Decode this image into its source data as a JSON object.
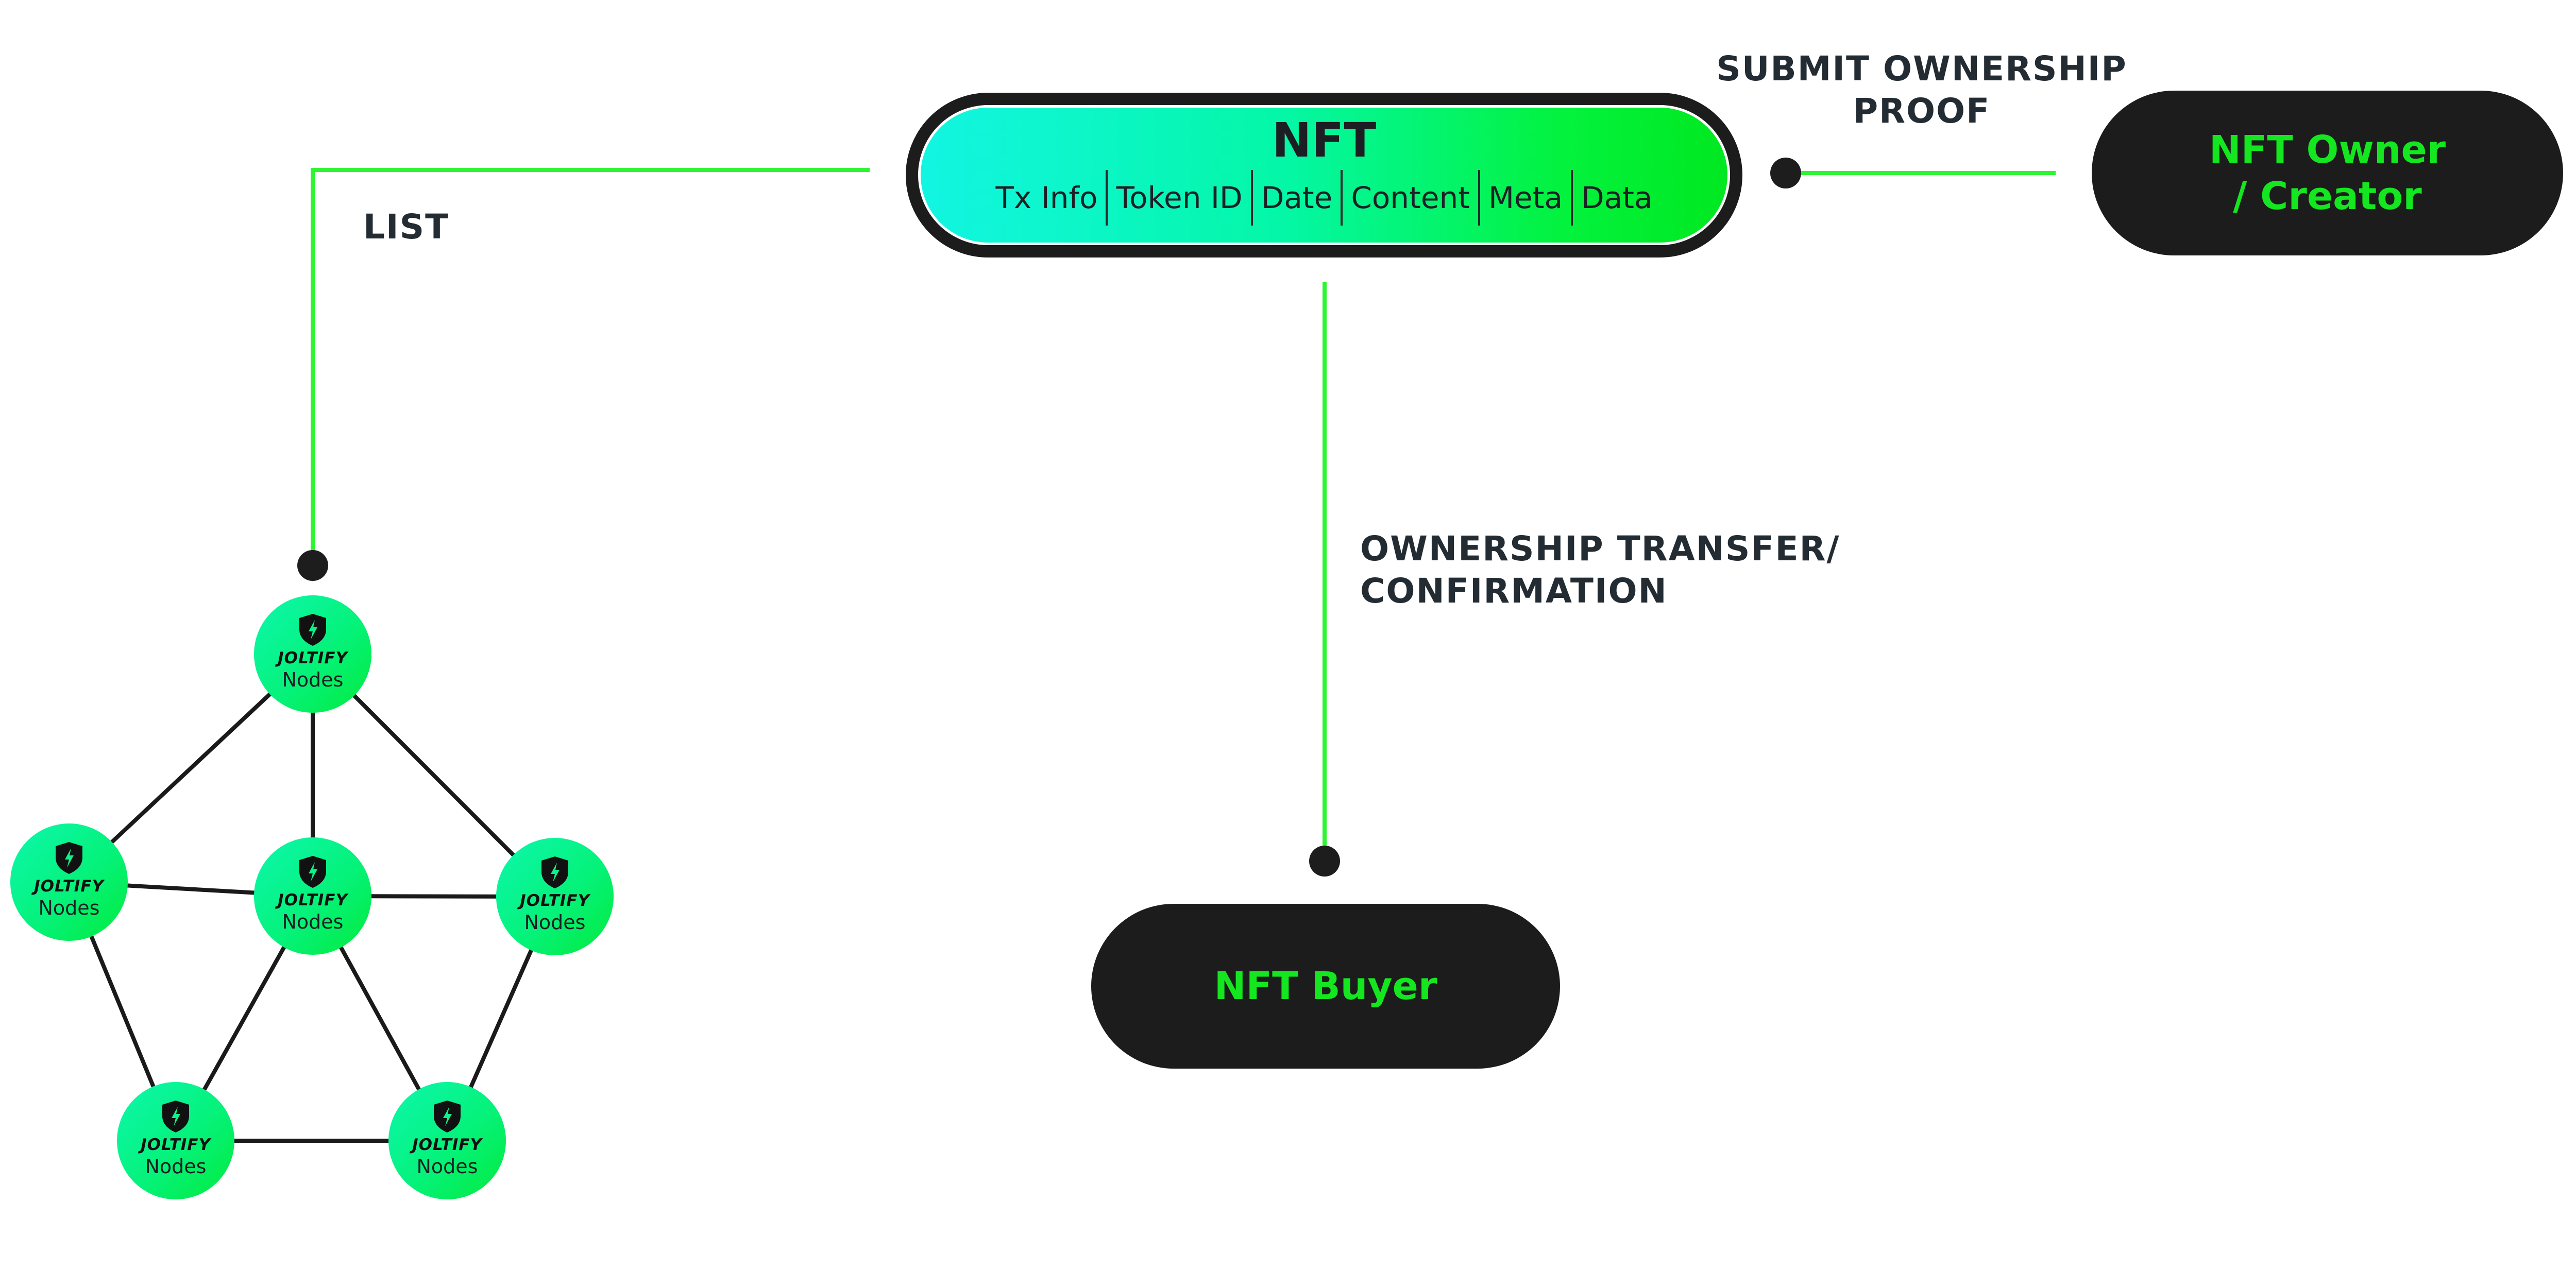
{
  "nft": {
    "title": "NFT",
    "fields": [
      "Tx Info",
      "Token ID",
      "Date",
      "Content",
      "Meta",
      "Data"
    ]
  },
  "owner": {
    "label": "NFT Owner\n/ Creator"
  },
  "buyer": {
    "label": "NFT Buyer"
  },
  "edges": {
    "list": "LIST",
    "submit_line1": "SUBMIT OWNERSHIP",
    "submit_line2": "PROOF",
    "transfer_line1": "OWNERSHIP TRANSFER/",
    "transfer_line2": "CONFIRMATION"
  },
  "nodes": [
    {
      "brand": "JOLTIFY",
      "caption": "Nodes"
    },
    {
      "brand": "JOLTIFY",
      "caption": "Nodes"
    },
    {
      "brand": "JOLTIFY",
      "caption": "Nodes"
    },
    {
      "brand": "JOLTIFY",
      "caption": "Nodes"
    },
    {
      "brand": "JOLTIFY",
      "caption": "Nodes"
    },
    {
      "brand": "JOLTIFY",
      "caption": "Nodes"
    }
  ],
  "colors": {
    "connector": "#2ef532",
    "node_link": "#1a1a1a",
    "dot": "#1d1d1d",
    "pill_bg": "#1c1c1c",
    "pill_text": "#14e61f"
  }
}
